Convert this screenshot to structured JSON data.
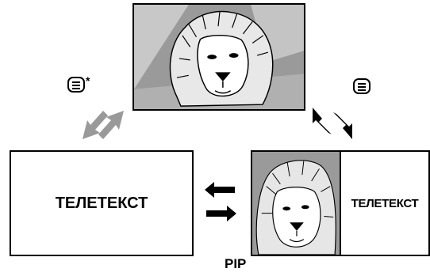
{
  "left_screen": {
    "text": "ТЕЛЕТЕКСТ"
  },
  "right_screen": {
    "text": "ТЕЛЕТЕКСТ"
  },
  "caption": "PIP",
  "teletext_buttons": {
    "left_suffix": "*"
  },
  "colors": {
    "outline": "#000000",
    "picture_bg": "#9a9a9a",
    "arrow_gray": "#999999",
    "arrow_black": "#000000"
  }
}
